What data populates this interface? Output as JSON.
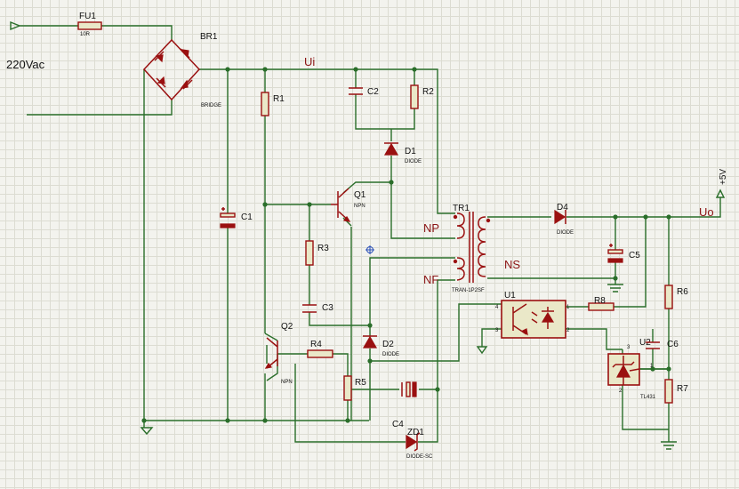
{
  "supply_label": "220Vac",
  "fuse": {
    "ref": "FU1",
    "value": "10R"
  },
  "bridge": {
    "ref": "BR1",
    "value": "BRIDGE"
  },
  "nets": {
    "ui": "Ui",
    "uo": "Uo",
    "np": "NP",
    "nf": "NF",
    "ns": "NS",
    "plus5v": "+5V"
  },
  "parts": {
    "r1": "R1",
    "r2": "R2",
    "r3": "R3",
    "r4": "R4",
    "r5": "R5",
    "r6": "R6",
    "r7": "R7",
    "r8": "R8",
    "c1": "C1",
    "c2": "C2",
    "c3": "C3",
    "c4": "C4",
    "c5": "C5",
    "c6": "C6",
    "d1": "D1",
    "d2": "D2",
    "d4": "D4",
    "zd1": "ZD1",
    "q1": "Q1",
    "q2": "Q2",
    "u1": "U1",
    "u2": "U2",
    "tr1": "TR1"
  },
  "values": {
    "diode": "DIODE",
    "npn": "NPN",
    "diode_sc": "DIODE-SC",
    "tran": "TRAN-1P2SF",
    "tl431": "TL431"
  },
  "pins": {
    "p1": "1",
    "p2": "2",
    "p3": "3",
    "p4": "4"
  }
}
